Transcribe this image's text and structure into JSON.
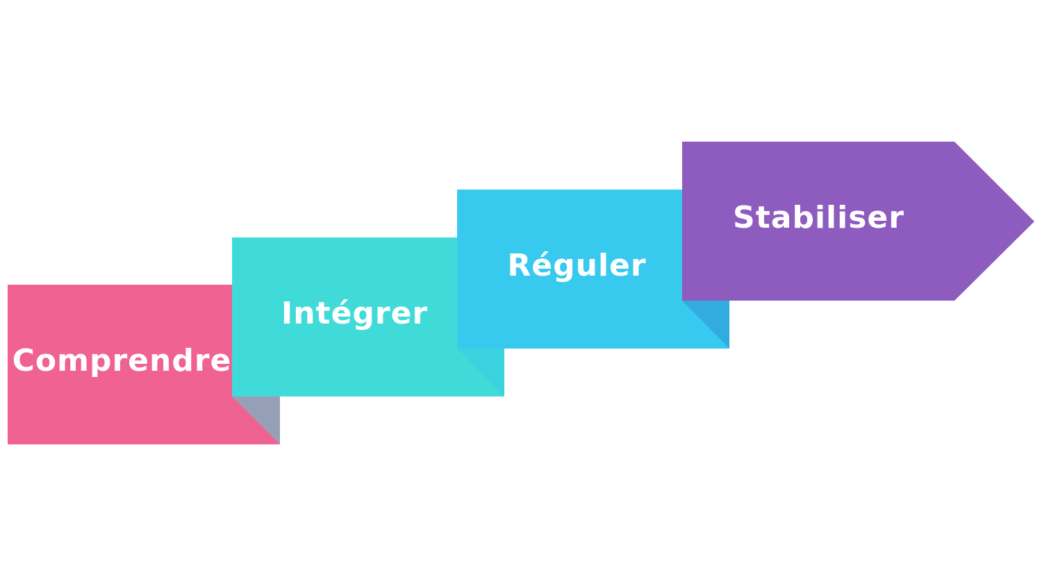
{
  "steps": [
    {
      "label": "Comprendre",
      "color": "#F06292",
      "fold_color": "#979FB6"
    },
    {
      "label": "Intégrer",
      "color": "#40DBD8",
      "fold_color": "#3CD3E0"
    },
    {
      "label": "Réguler",
      "color": "#38C9EF",
      "fold_color": "#32ABDF"
    },
    {
      "label": "Stabiliser",
      "color": "#8E5BBE",
      "fold_color": "#8E5BBE"
    }
  ]
}
